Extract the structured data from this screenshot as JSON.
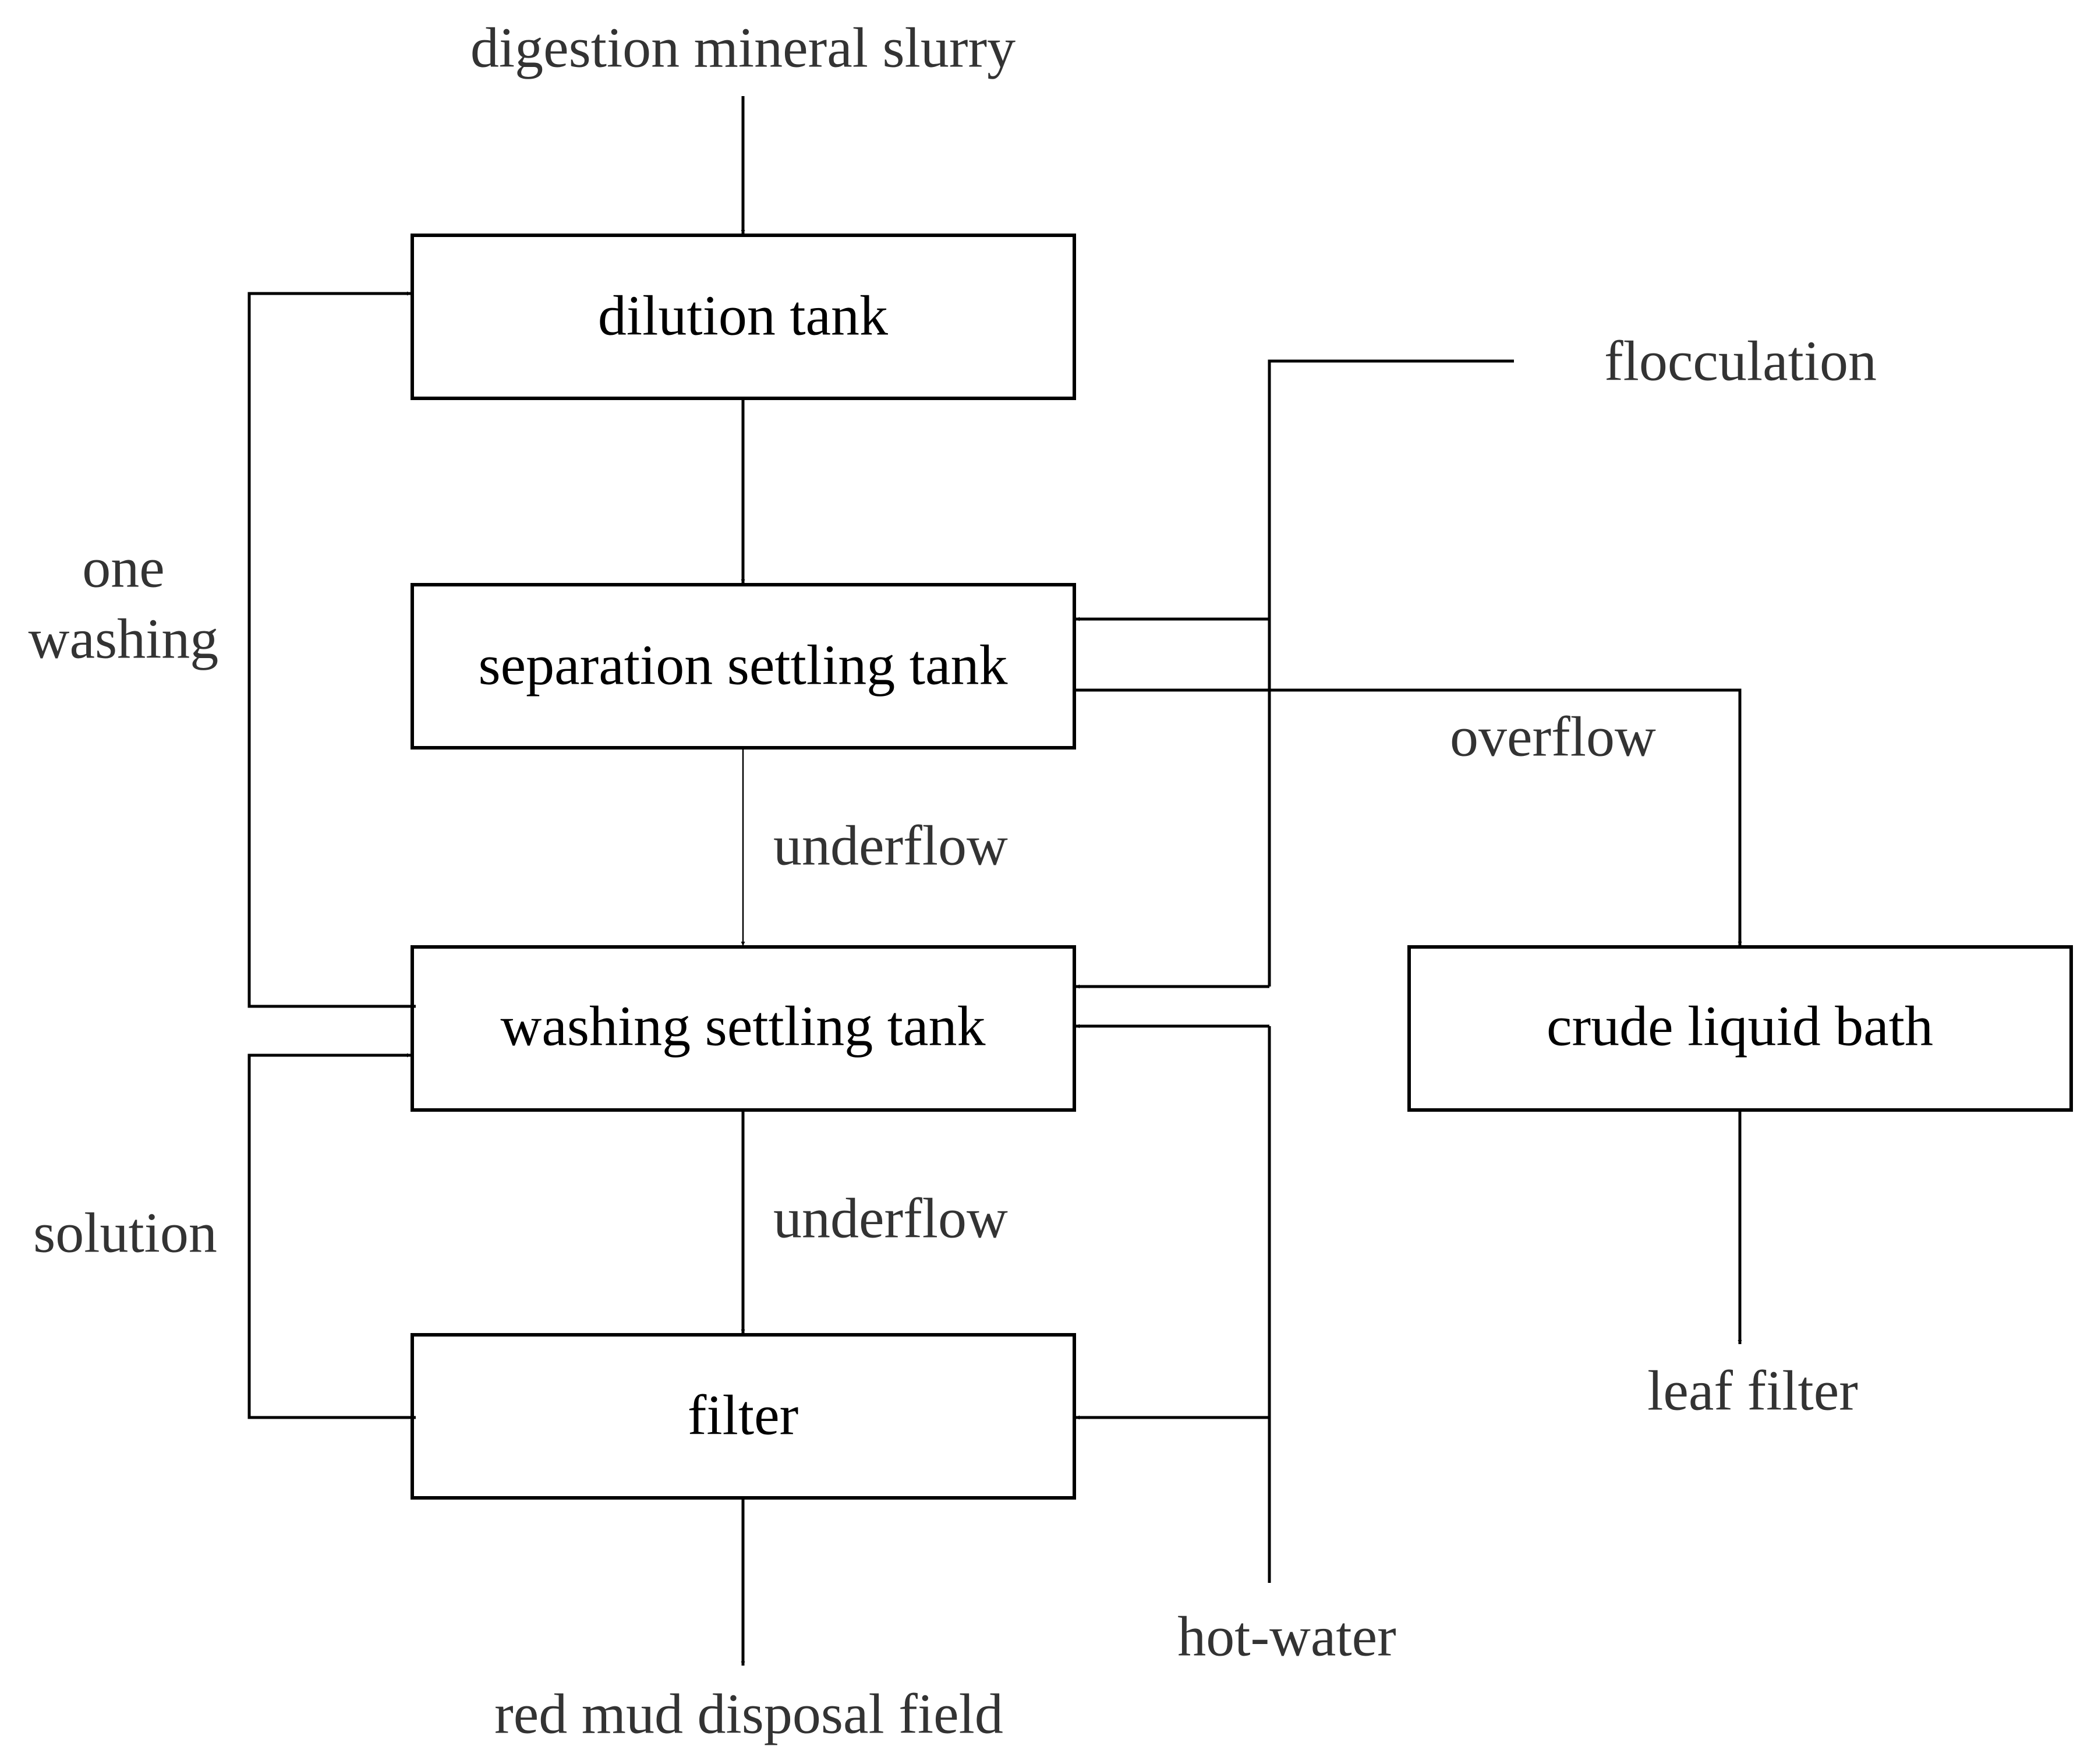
{
  "diagram": {
    "nodes": {
      "dilution_tank": "dilution tank",
      "separation_settling_tank": "separation settling tank",
      "washing_settling_tank": "washing settling tank",
      "filter": "filter",
      "crude_liquid_bath": "crude liquid bath"
    },
    "labels": {
      "input": "digestion mineral slurry",
      "flocculation": "flocculation",
      "one": "one",
      "washing": "washing",
      "overflow": "overflow",
      "underflow_1": "underflow",
      "underflow_2": "underflow",
      "solution": "solution",
      "leaf_filter": "leaf filter",
      "hot_water": "hot-water",
      "output": "red mud disposal field"
    }
  }
}
